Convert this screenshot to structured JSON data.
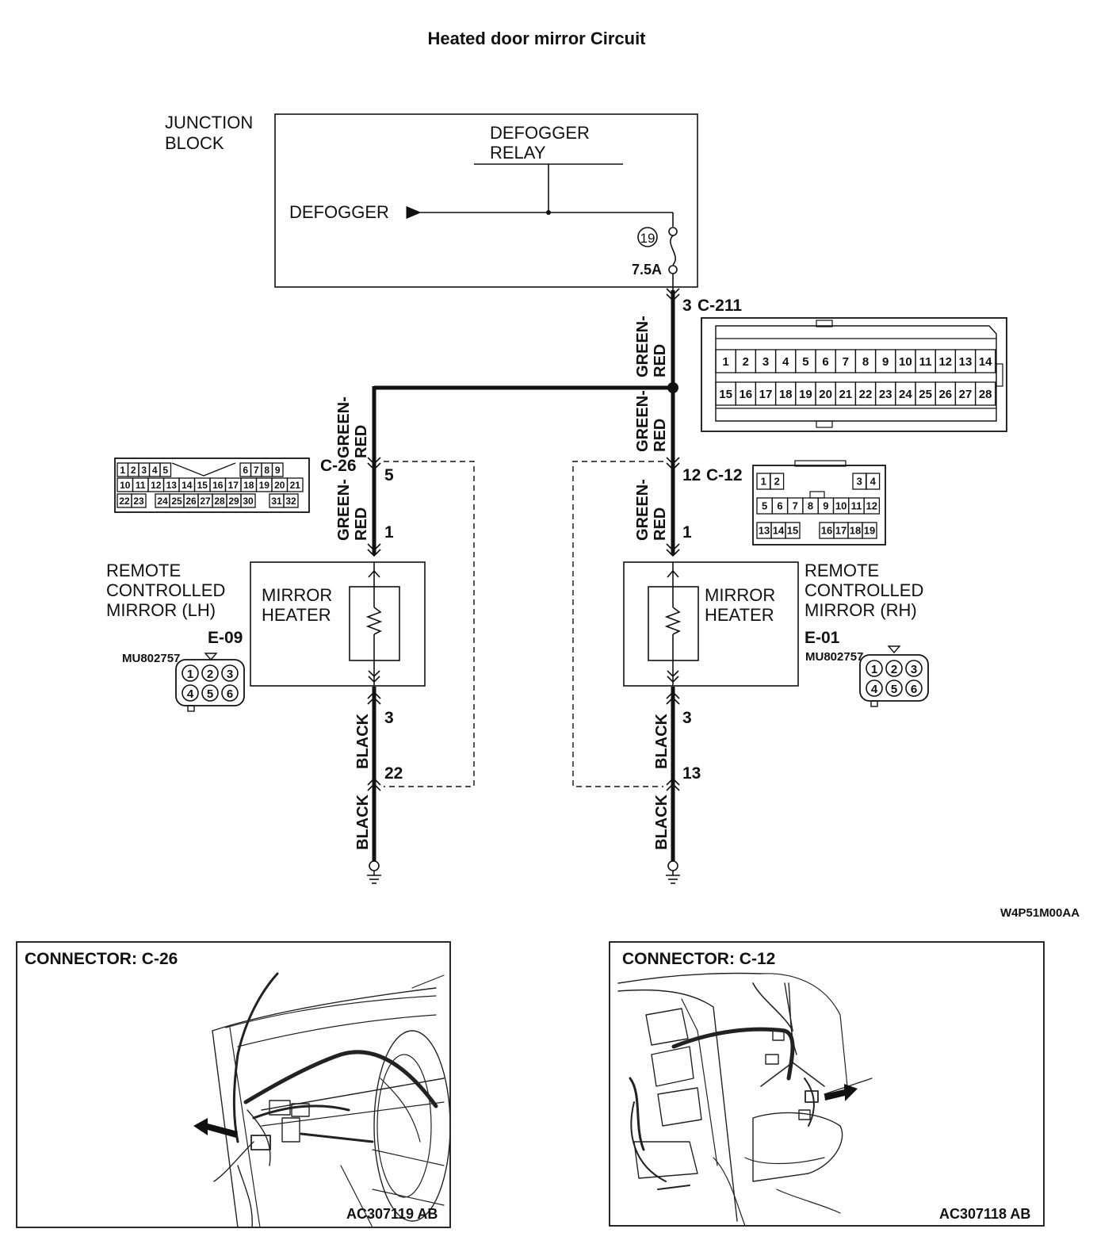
{
  "title": "Heated door mirror Circuit",
  "junction_block": {
    "label_line1": "JUNCTION",
    "label_line2": "BLOCK",
    "relay_line1": "DEFOGGER",
    "relay_line2": "RELAY",
    "defogger": "DEFOGGER",
    "fuse_number": "19",
    "fuse_rating": "7.5A"
  },
  "connectors": {
    "c211": {
      "pin": "3",
      "name": "C-211"
    },
    "c26": {
      "name": "C-26",
      "pin_top": "5",
      "pin_bottom": "22"
    },
    "c12": {
      "pin_top": "12",
      "name": "C-12",
      "pin_bottom": "13"
    }
  },
  "wires": {
    "green_line1": "GREEN-",
    "green_line2": "RED",
    "black": "BLACK"
  },
  "mirror_lh": {
    "line1": "REMOTE",
    "line2": "CONTROLLED",
    "line3": "MIRROR (LH)",
    "code": "E-09",
    "part": "MU802757",
    "pin_top": "1",
    "pin_bottom": "3",
    "heater_line1": "MIRROR",
    "heater_line2": "HEATER"
  },
  "mirror_rh": {
    "line1": "REMOTE",
    "line2": "CONTROLLED",
    "line3": "MIRROR (RH)",
    "code": "E-01",
    "part": "MU802757",
    "pin_top": "1",
    "pin_bottom": "3",
    "heater_line1": "MIRROR",
    "heater_line2": "HEATER"
  },
  "diagram_code": "W4P51M00AA",
  "locator_left": {
    "title": "CONNECTOR: C-26",
    "code": "AC307119 AB"
  },
  "locator_right": {
    "title": "CONNECTOR: C-12",
    "code": "AC307118 AB"
  }
}
